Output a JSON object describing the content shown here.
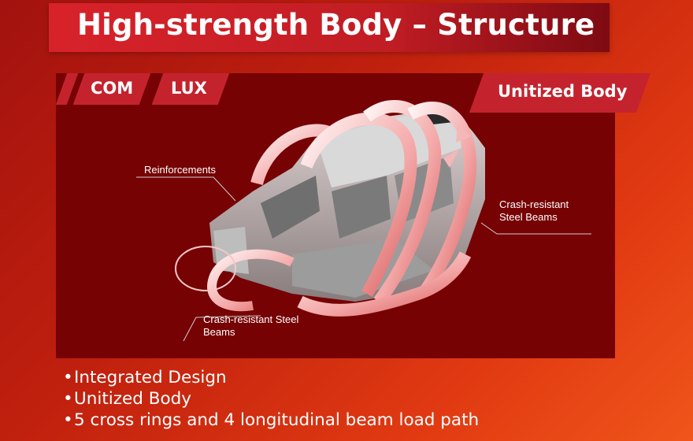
{
  "header": {
    "title": "High-strength Body – Structure"
  },
  "variants": [
    {
      "label": "COM"
    },
    {
      "label": "LUX"
    }
  ],
  "badge": {
    "label": "Unitized Body"
  },
  "callouts": {
    "reinforcements": "Reinforcements",
    "rear_beams": [
      "Crash-resistant",
      "Steel Beams"
    ],
    "front_beams": [
      "Crash-resistant Steel",
      "Beams"
    ]
  },
  "features": [
    "Integrated Design",
    "Unitized Body",
    "5 cross rings and 4 longitudinal beam load path"
  ],
  "colors": {
    "banner": "#d8222a",
    "panel": "#760204",
    "tag": "#c4232e",
    "arrow_highlight": "#ffd9d9"
  }
}
